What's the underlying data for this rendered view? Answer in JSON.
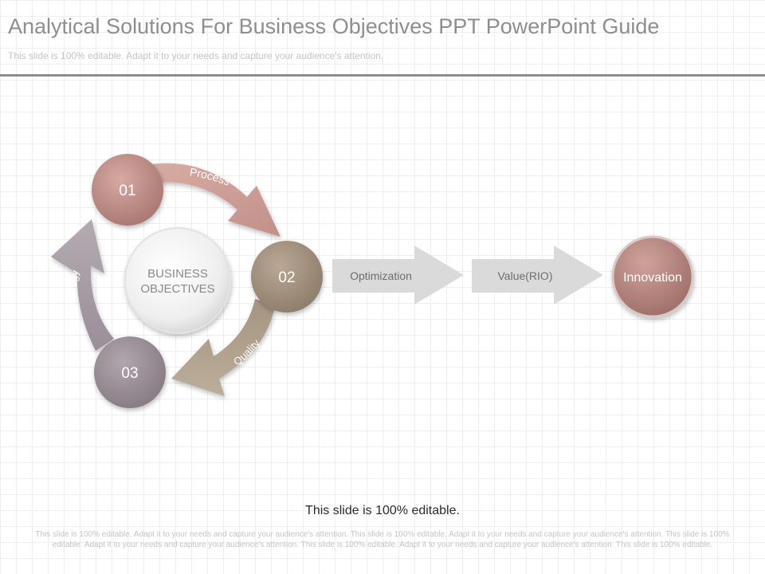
{
  "header": {
    "title": "Analytical Solutions For Business Objectives PPT PowerPoint Guide",
    "subtitle": "This slide is 100% editable. Adapt it to your needs and capture your audience's attention."
  },
  "diagram": {
    "center_label_line1": "BUSINESS",
    "center_label_line2": "OBJECTIVES",
    "steps": [
      {
        "number": "01",
        "arrow_label": "Process",
        "color": "#c09089"
      },
      {
        "number": "02",
        "arrow_label": "Quality",
        "color": "#a59480"
      },
      {
        "number": "03",
        "arrow_label": "Technology",
        "color": "#9a8f98"
      }
    ],
    "flow": [
      {
        "label": "Optimization"
      },
      {
        "label": "Value(RIO)"
      }
    ],
    "result": {
      "label": "Innovation",
      "color": "#b98880"
    },
    "flow_arrow_color": "#dadada"
  },
  "footer": {
    "main": "This slide is 100% editable.",
    "small": "This slide is 100% editable. Adapt it to your needs and capture your audience's attention. This slide is 100% editable. Adapt it to your needs and capture your audience's attention. This slide is 100% editable. Adapt it to your needs and capture your audience's attention. This slide is 100% editable. Adapt it to your needs and capture your audience's attention. This slide is 100% editable."
  }
}
